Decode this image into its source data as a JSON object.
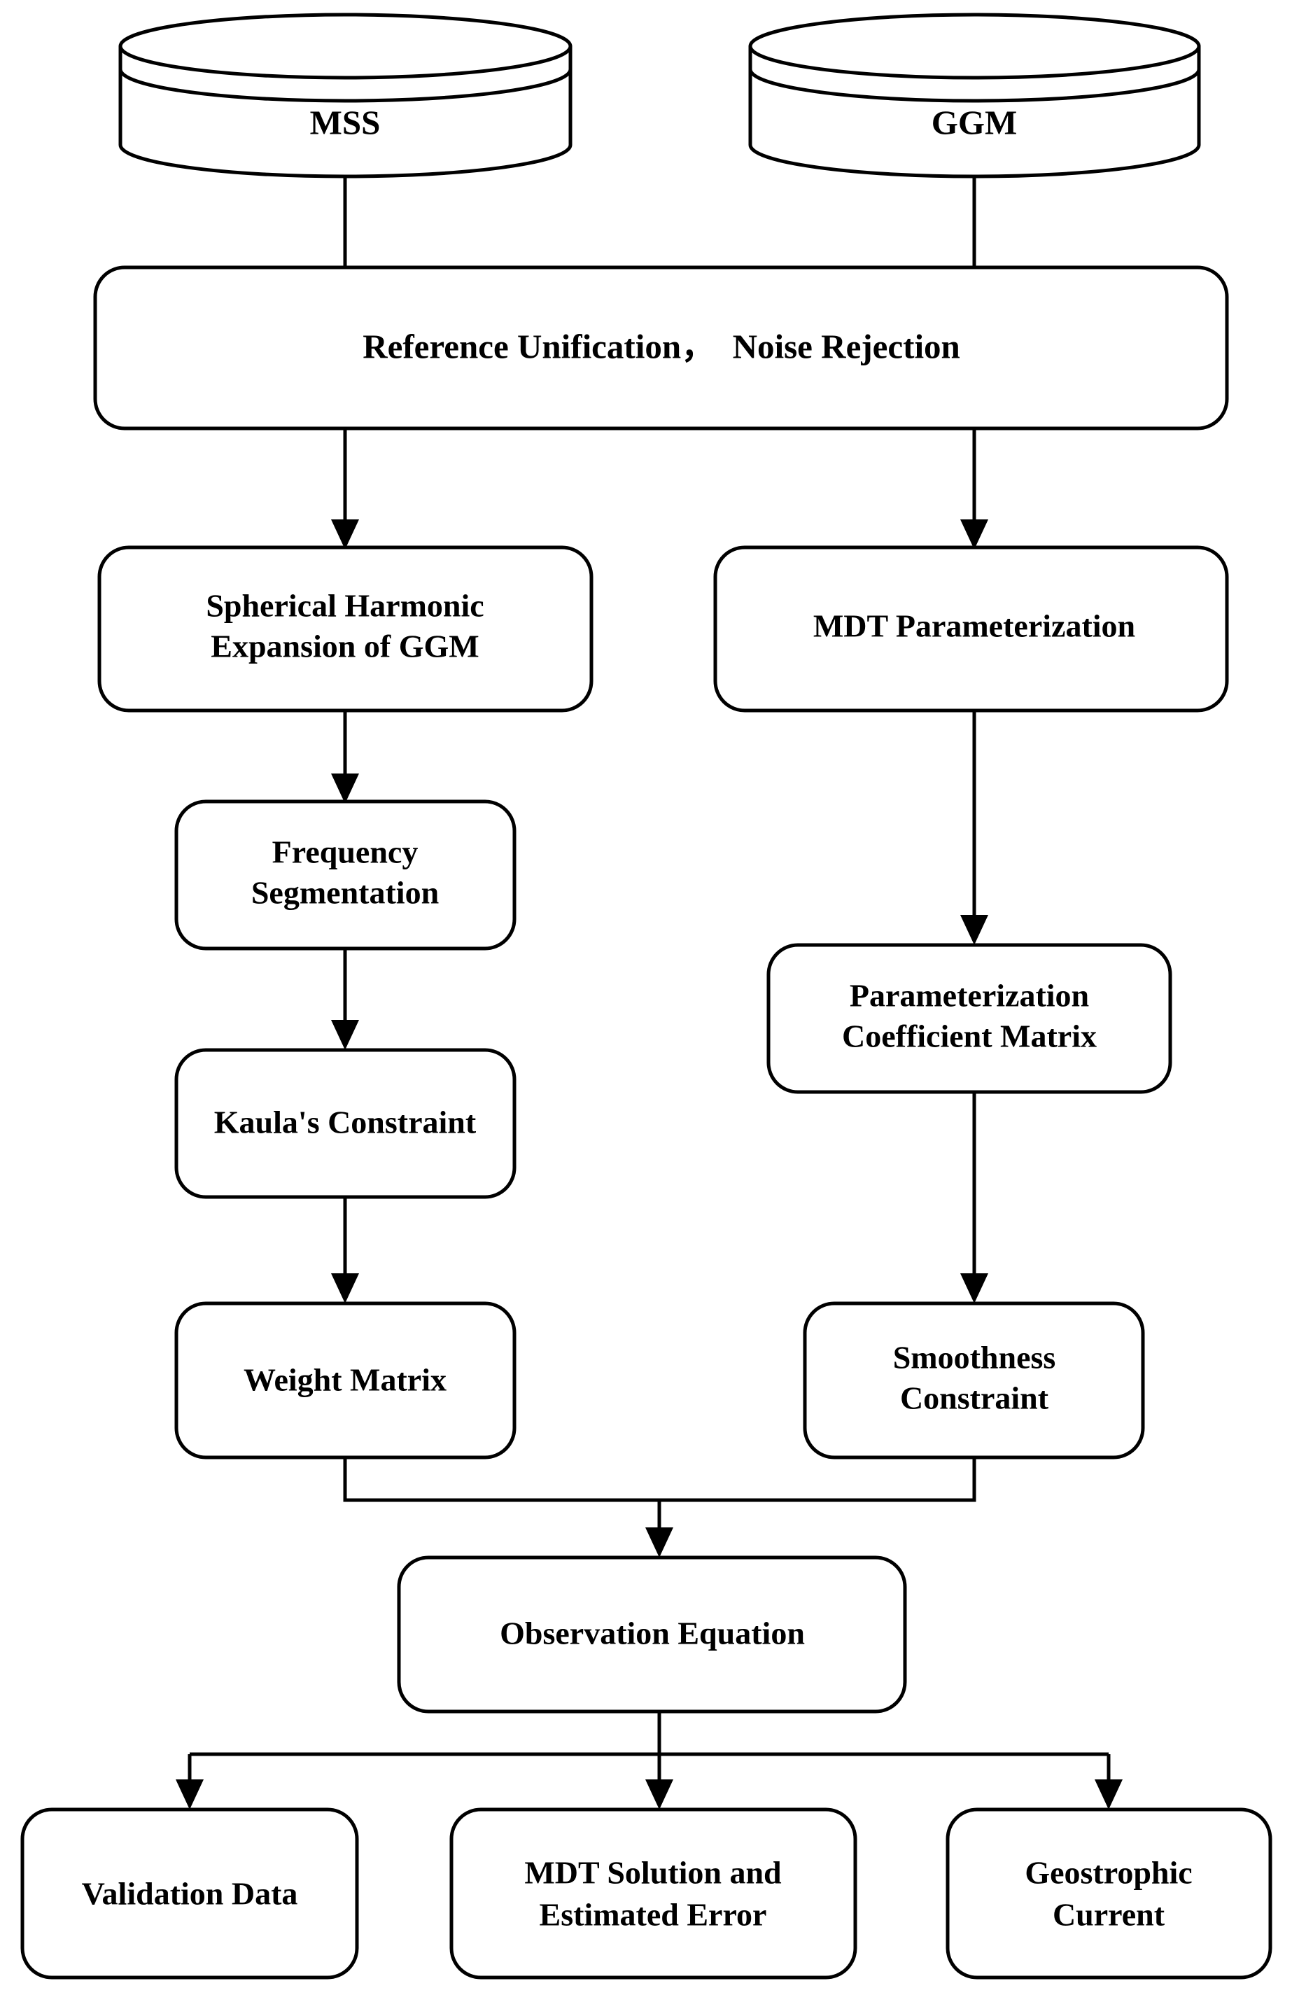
{
  "diagram": {
    "title": "MDT Determination Processing Flowchart",
    "type": "flowchart",
    "background_color": "#ffffff",
    "line_color": "#000000",
    "text_color": "#000000",
    "nodes": {
      "mss": {
        "label": "MSS",
        "shape": "cylinder"
      },
      "ggm": {
        "label": "GGM",
        "shape": "cylinder"
      },
      "reference_unification": {
        "label": "Reference Unification，  Noise Rejection",
        "shape": "rounded-rect"
      },
      "spherical_harmonic": {
        "line1": "Spherical Harmonic",
        "line2": "Expansion of GGM",
        "shape": "rounded-rect"
      },
      "mdt_parameterization": {
        "label": "MDT Parameterization",
        "shape": "rounded-rect"
      },
      "frequency_segmentation": {
        "line1": "Frequency",
        "line2": "Segmentation",
        "shape": "rounded-rect"
      },
      "parameterization_matrix": {
        "line1": "Parameterization",
        "line2": "Coefficient Matrix",
        "shape": "rounded-rect"
      },
      "kaulas_constraint": {
        "label": "Kaula's Constraint",
        "shape": "rounded-rect"
      },
      "smoothness_constraint": {
        "line1": "Smoothness",
        "line2": "Constraint",
        "shape": "rounded-rect"
      },
      "weight_matrix": {
        "label": "Weight Matrix",
        "shape": "rounded-rect"
      },
      "observation_equation": {
        "label": "Observation Equation",
        "shape": "rounded-rect"
      },
      "validation_data": {
        "label": "Validation Data",
        "shape": "rounded-rect"
      },
      "mdt_solution": {
        "line1": "MDT Solution and",
        "line2": "Estimated Error",
        "shape": "rounded-rect"
      },
      "geostrophic_current": {
        "line1": "Geostrophic",
        "line2": "Current",
        "shape": "rounded-rect"
      }
    },
    "edges": [
      {
        "from": "mss",
        "to": "reference_unification"
      },
      {
        "from": "ggm",
        "to": "reference_unification"
      },
      {
        "from": "reference_unification",
        "to": "spherical_harmonic"
      },
      {
        "from": "reference_unification",
        "to": "mdt_parameterization"
      },
      {
        "from": "spherical_harmonic",
        "to": "frequency_segmentation"
      },
      {
        "from": "frequency_segmentation",
        "to": "kaulas_constraint"
      },
      {
        "from": "kaulas_constraint",
        "to": "weight_matrix"
      },
      {
        "from": "mdt_parameterization",
        "to": "parameterization_matrix"
      },
      {
        "from": "parameterization_matrix",
        "to": "smoothness_constraint"
      },
      {
        "from": "weight_matrix",
        "to": "observation_equation"
      },
      {
        "from": "smoothness_constraint",
        "to": "observation_equation"
      },
      {
        "from": "observation_equation",
        "to": "validation_data"
      },
      {
        "from": "observation_equation",
        "to": "mdt_solution"
      },
      {
        "from": "observation_equation",
        "to": "geostrophic_current"
      }
    ]
  }
}
